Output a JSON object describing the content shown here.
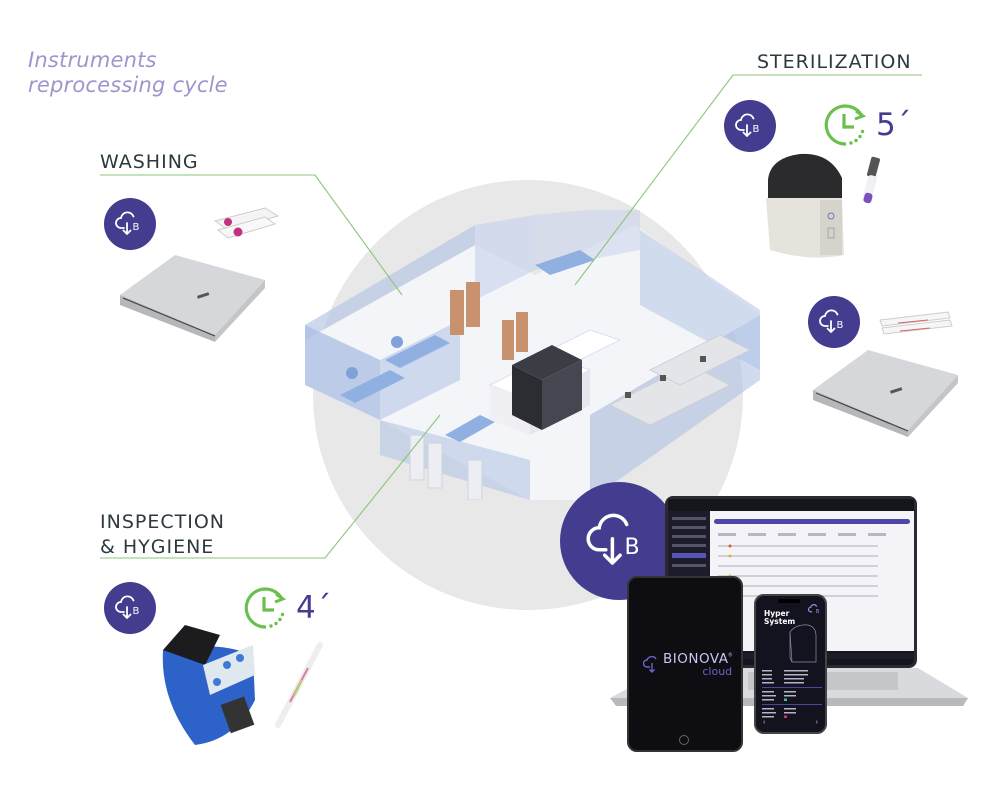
{
  "header": {
    "subtitle_line1": "Instruments",
    "subtitle_line2": "reprocessing cycle"
  },
  "colors": {
    "brand_purple": "#433c8f",
    "guide_green": "#8cc47a",
    "timer_green": "#6bbf4e",
    "subtitle_lavender": "#9b97cc",
    "title_dark": "#2c3a3f",
    "circle_gray": "#e8e8e8"
  },
  "stages": [
    {
      "id": "washing",
      "title": "WASHING",
      "icon": "cloud-download-b-icon",
      "devices": [
        "incubator-reader",
        "washing-indicator-cards"
      ]
    },
    {
      "id": "sterilization",
      "title": "STERILIZATION",
      "icon": "cloud-download-b-icon",
      "timer_icon": "clock-cycle-icon",
      "timer_value": "5´",
      "devices": [
        "sterilization-reader",
        "biological-indicator-vial",
        "incubator-reader",
        "sterilization-indicator-strips"
      ]
    },
    {
      "id": "inspection-hygiene",
      "title_line1": "INSPECTION",
      "title_line2": "& HYGIENE",
      "icon": "cloud-download-b-icon",
      "timer_icon": "clock-cycle-icon",
      "timer_value": "4´",
      "devices": [
        "hygiene-luminometer",
        "hygiene-swab"
      ]
    }
  ],
  "cloud": {
    "icon": "cloud-download-b-icon",
    "tablet_logo": "BIONOVA",
    "tablet_logo_sub": "cloud",
    "tablet_logo_mark": "®",
    "phone_title_line1": "Hyper",
    "phone_title_line2": "System",
    "phone_nav_prev": "‹",
    "phone_nav_next": "›"
  }
}
